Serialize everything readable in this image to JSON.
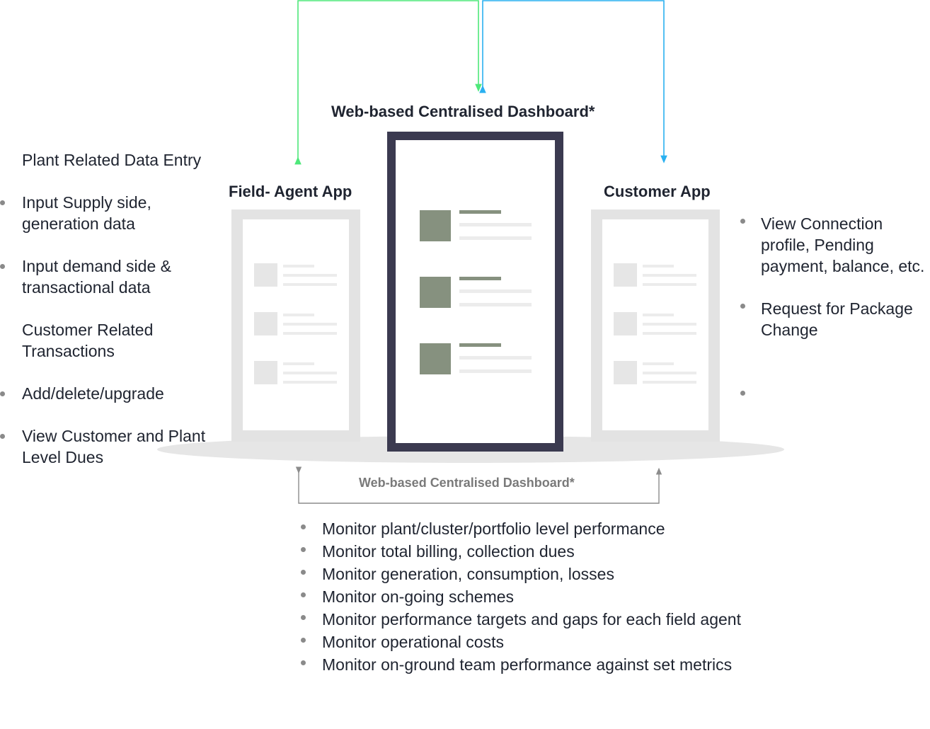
{
  "dashboard_top_title": "Web-based Centralised Dashboard*",
  "field_agent": {
    "title": "Field- Agent App",
    "items": [
      {
        "text": "Plant Related Data Entry",
        "bullet": false
      },
      {
        "text": "Input Supply side, generation data",
        "bullet": true
      },
      {
        "text": "Input demand side & transactional data",
        "bullet": true
      },
      {
        "text": "Customer Related Transactions",
        "bullet": false
      },
      {
        "text": "Add/delete/upgrade",
        "bullet": true
      },
      {
        "text": "View Customer and Plant Level Dues",
        "bullet": true
      }
    ]
  },
  "customer_app": {
    "title": "Customer App",
    "items": [
      {
        "text": "View Connection profile, Pending payment, balance, etc.",
        "bullet": true
      },
      {
        "text": "Request for Package Change",
        "bullet": true
      }
    ]
  },
  "dashboard_bottom": {
    "label": "Web-based Centralised Dashboard*",
    "items": [
      "Monitor plant/cluster/portfolio level performance",
      "Monitor total billing, collection dues",
      "Monitor generation, consumption, losses",
      "Monitor on-going schemes",
      "Monitor performance targets and gaps for each field agent",
      "Monitor operational costs",
      "Monitor on-ground team performance against set metrics"
    ]
  },
  "colors": {
    "green_connector": "#4ee87a",
    "blue_connector": "#2ab0f0",
    "gray_connector": "#8c8c8c",
    "center_device_frame": "#3b3a50",
    "placeholder_block": "#86917f"
  }
}
